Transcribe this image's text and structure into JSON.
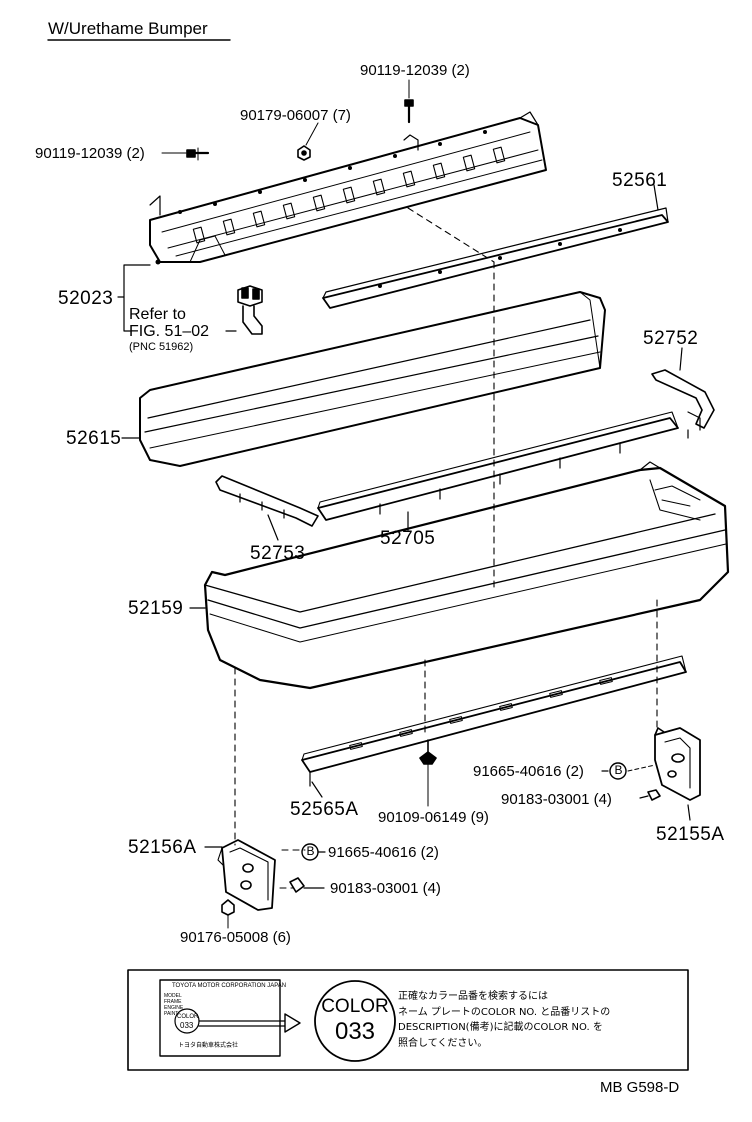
{
  "title": "W/Urethame Bumper",
  "parts": {
    "bolt_top": "90119-12039 (2)",
    "bolt_left": "90119-12039 (2)",
    "nut_top": "90179-06007 (7)",
    "reinforcement": "52023",
    "refer_line1": "Refer to",
    "refer_line2": "FIG. 51–02",
    "refer_pnc": "(PNC 51962)",
    "retainer_upper": "52561",
    "cover": "52615",
    "side_retainer_r": "52752",
    "side_retainer_l": "52753",
    "retainer_center": "52705",
    "bumper": "52159",
    "lower_retainer": "52565A",
    "clip": "90109-06149 (9)",
    "bracket_r": "52155A",
    "bracket_l": "52156A",
    "bolt_b_r": "91665-40616 (2)",
    "nut_r": "90183-03001 (4)",
    "bolt_b_l": "91665-40616 (2)",
    "nut_l": "90183-03001 (4)",
    "nut_l_bottom": "90176-05008 (6)"
  },
  "callout_symbol": "B",
  "note": {
    "plate_title": "TOYOTA MOTOR CORPORATION JAPAN",
    "plate_lines": [
      "MODEL",
      "FRAME",
      "ENGINE",
      "PAINT"
    ],
    "plate_color_word": "COLOR",
    "plate_color_code": "033",
    "plate_footer": "トヨタ自動車株式会社",
    "color_word": "COLOR",
    "color_code": "033",
    "text_lines": [
      "正確なカラー品番を検索するには",
      "ネーム プレートのCOLOR NO. と品番リストの",
      "DESCRIPTION(備考)に記載のCOLOR NO. を",
      "照合してください。"
    ]
  },
  "footer_code": "MB  G598-D"
}
